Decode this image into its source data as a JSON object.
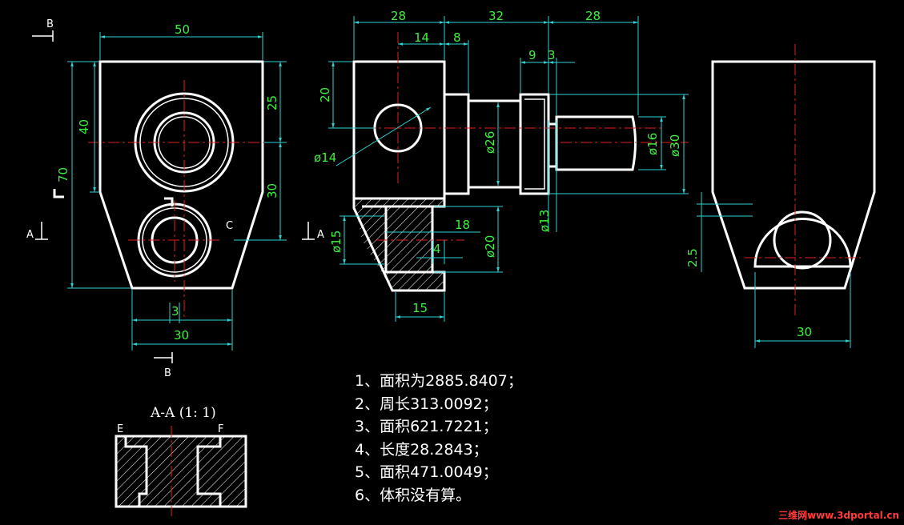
{
  "dims": {
    "front_top_width": "50",
    "front_40": "40",
    "front_70": "70",
    "front_25": "25",
    "front_30_right": "30",
    "front_bottom_30": "30",
    "front_3": "3",
    "side_28_a": "28",
    "side_32": "32",
    "side_28_b": "28",
    "side_14": "14",
    "side_8": "8",
    "side_9": "9",
    "side_3": "3",
    "side_20": "20",
    "side_d14": "ø14",
    "side_d26": "ø26",
    "side_d16": "ø16",
    "side_d30": "ø30",
    "side_d13": "ø13",
    "side_18": "18",
    "side_d15": "ø15",
    "side_d20": "ø20",
    "side_4": "4",
    "side_15": "15",
    "right_2_5": "2.5",
    "right_30": "30"
  },
  "markers": {
    "b_top": "B",
    "b_bottom": "B",
    "a_left": "A",
    "a_mid": "A",
    "c": "C",
    "e": "E",
    "f": "F"
  },
  "section": {
    "title": "A-A (1: 1)"
  },
  "notes": [
    "1、面积为2885.8407；",
    "2、周长313.0092；",
    "3、面积621.7221；",
    "4、长度28.2843；",
    "5、面积471.0049；",
    "6、体积没有算。"
  ],
  "watermark": "三维网www.3dportal.cn",
  "colors": {
    "background": "#000000",
    "object": "#ffffff",
    "dimension_line": "#2fd4d4",
    "dimension_text": "#3ff03f",
    "center_line": "#e02020"
  }
}
